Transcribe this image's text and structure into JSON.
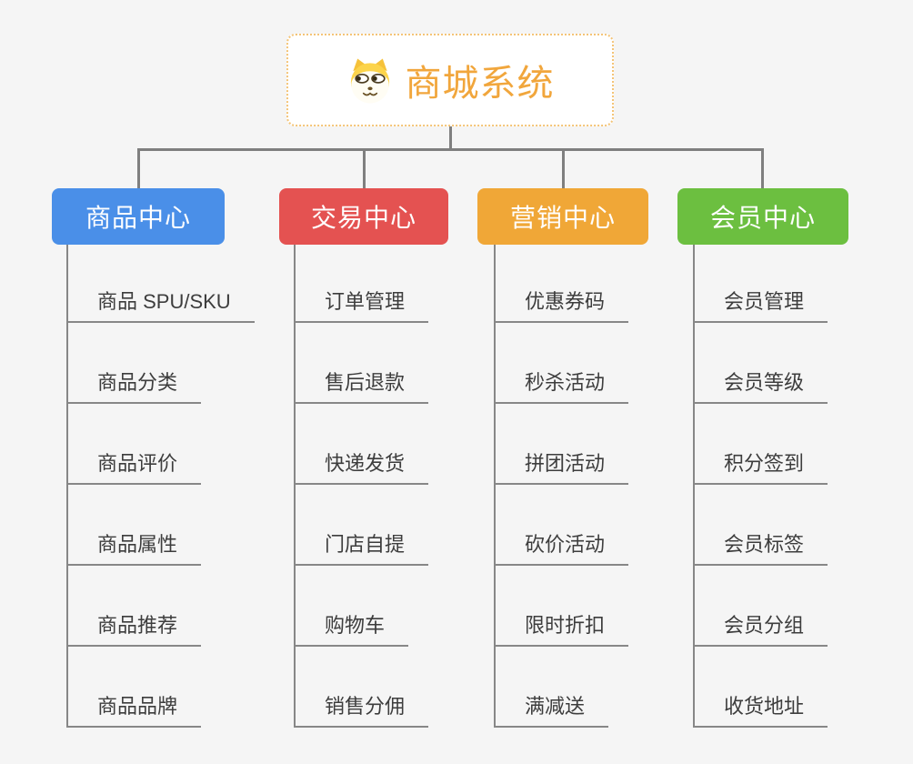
{
  "root": {
    "label": "商城系统",
    "icon": "dog-icon",
    "text_color": "#f1a63c",
    "border_color": "#f4c477"
  },
  "branches": [
    {
      "label": "商品中心",
      "color": "#4a8fe8",
      "items": [
        "商品 SPU/SKU",
        "商品分类",
        "商品评价",
        "商品属性",
        "商品推荐",
        "商品品牌"
      ]
    },
    {
      "label": "交易中心",
      "color": "#e45251",
      "items": [
        "订单管理",
        "售后退款",
        "快递发货",
        "门店自提",
        "购物车",
        "销售分佣"
      ]
    },
    {
      "label": "营销中心",
      "color": "#f0a737",
      "items": [
        "优惠券码",
        "秒杀活动",
        "拼团活动",
        "砍价活动",
        "限时折扣",
        "满减送"
      ]
    },
    {
      "label": "会员中心",
      "color": "#6cbf40",
      "items": [
        "会员管理",
        "会员等级",
        "积分签到",
        "会员标签",
        "会员分组",
        "收货地址"
      ]
    }
  ],
  "colors": {
    "background": "#f5f5f5",
    "connector": "#7f7f7f",
    "leaf_line": "#878787",
    "leaf_text": "#3d3d3d"
  }
}
